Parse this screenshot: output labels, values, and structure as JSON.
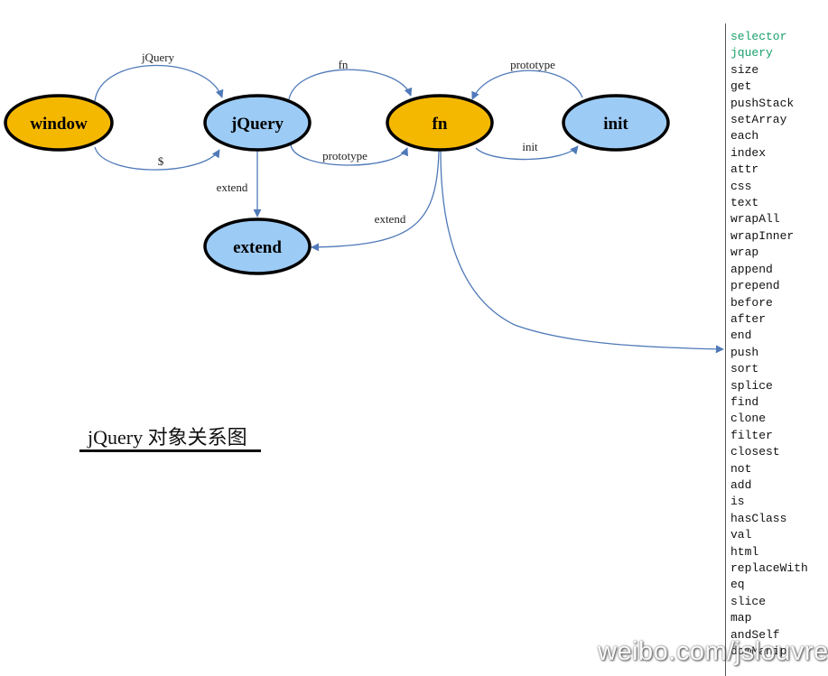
{
  "nodes": {
    "window": {
      "label": "window",
      "fill": "#f5b800"
    },
    "jquery": {
      "label": "jQuery",
      "fill": "#9ccbf5"
    },
    "fn": {
      "label": "fn",
      "fill": "#f5b800"
    },
    "init": {
      "label": "init",
      "fill": "#9ccbf5"
    },
    "extend": {
      "label": "extend",
      "fill": "#9ccbf5"
    }
  },
  "edges": {
    "window_jquery_top": "jQuery",
    "window_jquery_bottom": "$",
    "jquery_fn_top": "fn",
    "jquery_fn_bottom": "prototype",
    "init_fn_top": "prototype",
    "fn_init_bottom": "init",
    "jquery_extend": "extend",
    "fn_extend": "extend"
  },
  "title": "jQuery 对象关系图",
  "methods": [
    "selector",
    "jquery",
    "size",
    "get",
    "pushStack",
    "setArray",
    "each",
    "index",
    "attr",
    "css",
    "text",
    "wrapAll",
    "wrapInner",
    "wrap",
    "append",
    "prepend",
    "before",
    "after",
    "end",
    "push",
    "sort",
    "splice",
    "find",
    "clone",
    "filter",
    "closest",
    "not",
    "add",
    "is",
    "hasClass",
    "val",
    "html",
    "replaceWith",
    "eq",
    "slice",
    "map",
    "andSelf",
    "domManip"
  ],
  "highlighted_methods": [
    "selector",
    "jquery"
  ],
  "watermark": "weibo.com/jslouvre",
  "colors": {
    "edge": "#4f79b8",
    "highlight": "#1aa16b",
    "outline": "#000000"
  }
}
